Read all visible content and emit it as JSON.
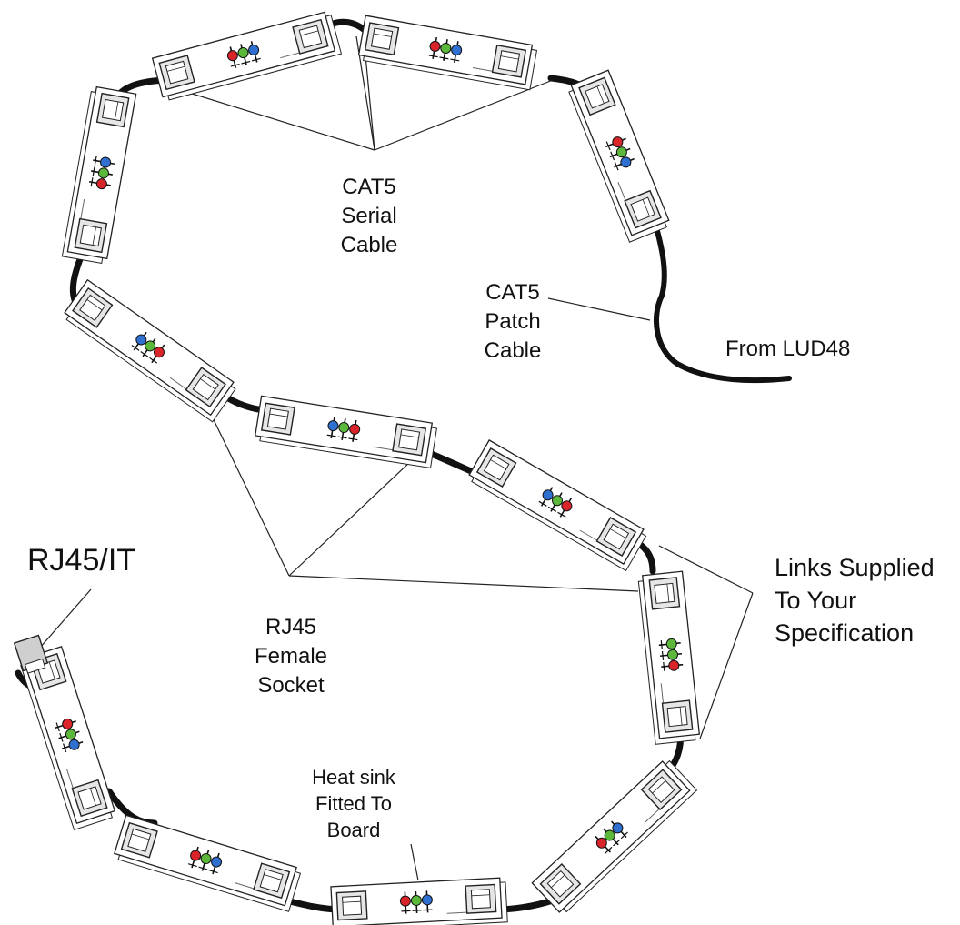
{
  "colors": {
    "cable": "#111111",
    "board_fill": "#ffffff",
    "board_stroke": "#222222",
    "connector_fill": "#e6e6e6",
    "plug_fill": "#cfcfcf",
    "led_red": "#d9252a",
    "led_green": "#5cb83a",
    "led_blue": "#2f6fd0",
    "callout_line": "#222222"
  },
  "labels": {
    "serial_cable": [
      "CAT5",
      "Serial",
      "Cable"
    ],
    "patch_cable": [
      "CAT5",
      "Patch",
      "Cable"
    ],
    "from_source": "From LUD48",
    "rj45_it": "RJ45/IT",
    "links_supplied": [
      "Links Supplied",
      "To Your",
      "Specification"
    ],
    "female_socket": [
      "RJ45",
      "Female",
      "Socket"
    ],
    "heat_sink": [
      "Heat sink",
      "Fitted To",
      "Board"
    ]
  },
  "icons": [
    "led-cluster-icon",
    "rj45-socket-icon",
    "rj45-plug-icon"
  ]
}
